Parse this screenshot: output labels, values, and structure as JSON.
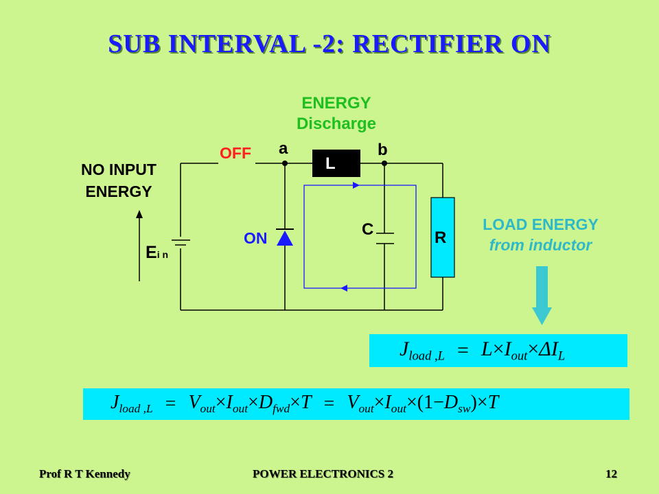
{
  "title": "SUB INTERVAL -2:   RECTIFIER ON",
  "energy_label": [
    "ENERGY",
    "Discharge"
  ],
  "switch_state": "OFF",
  "node_a": "a",
  "node_b": "b",
  "inductor": "L",
  "no_input": [
    "NO INPUT",
    "ENERGY"
  ],
  "source_label": "E",
  "source_sub": "i n",
  "diode_state": "ON",
  "capacitor": "C",
  "resistor": "R",
  "load_energy": [
    "LOAD ENERGY",
    "from inductor"
  ],
  "equation1": {
    "lhs": "J",
    "lhs_sub": "load ,L",
    "eq": "=",
    "rhs": [
      "L",
      "×",
      "I",
      "out",
      "×",
      "ΔI",
      "L"
    ]
  },
  "equation2": {
    "lhs": "J",
    "lhs_sub": "load ,L",
    "eq": "="
  },
  "footer": {
    "author": "Prof R T Kennedy",
    "course": "POWER ELECTRONICS 2",
    "page": "12"
  },
  "colors": {
    "background": "#ccf590",
    "title": "#1a1aff",
    "equation_bg": "#00eaff",
    "arrow": "#3cc8d0",
    "loop": "#1a1aff"
  }
}
